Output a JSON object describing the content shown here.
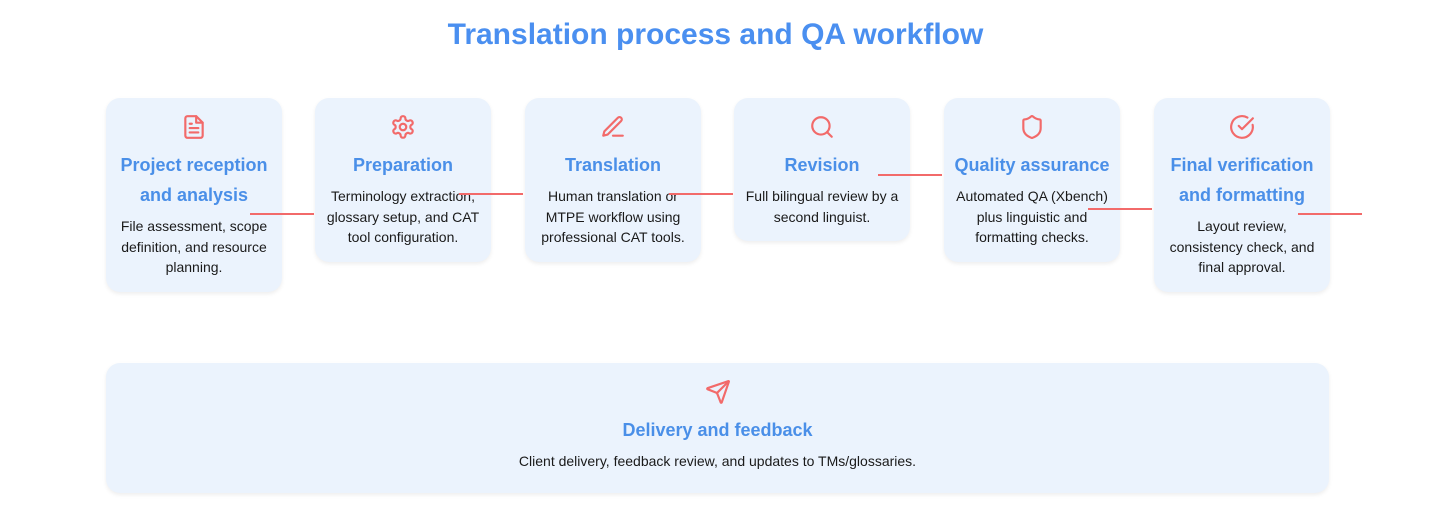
{
  "title": "Translation process and QA workflow",
  "colors": {
    "accent": "#4a8ff0",
    "icon": "#f26a6a",
    "card_bg": "#ebf3fd",
    "connector": "#f26a6a"
  },
  "steps": [
    {
      "icon": "document-icon",
      "title": "Project reception and analysis",
      "desc": "File assessment, scope definition, and resource planning."
    },
    {
      "icon": "gear-icon",
      "title": "Preparation",
      "desc": "Terminology extraction, glossary setup, and CAT tool configuration."
    },
    {
      "icon": "pen-icon",
      "title": "Translation",
      "desc": "Human translation or MTPE workflow using professional CAT tools."
    },
    {
      "icon": "search-icon",
      "title": "Revision",
      "desc": "Full bilingual review by a second linguist."
    },
    {
      "icon": "shield-icon",
      "title": "Quality assurance",
      "desc": "Automated QA (Xbench) plus linguistic and formatting checks."
    },
    {
      "icon": "check-circle-icon",
      "title": "Final verification and formatting",
      "desc": "Layout review, consistency check, and final approval."
    }
  ],
  "final": {
    "icon": "send-icon",
    "title": "Delivery and feedback",
    "desc": "Client delivery, feedback review, and updates to TMs/glossaries."
  }
}
